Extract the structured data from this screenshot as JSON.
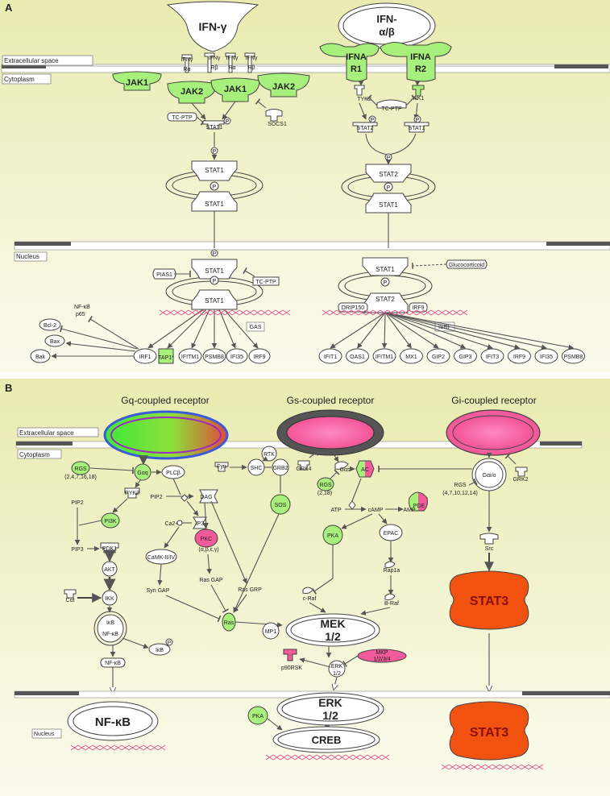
{
  "colors": {
    "background": "#f1f2c4",
    "green_node": "#a8f07c",
    "pink_node": "#f25a9a",
    "orange_node": "#f2520f",
    "membrane_line": "#555555",
    "dna_marks": "#e2508a"
  },
  "panel_a": {
    "panel_label": "A",
    "regions": {
      "extracellular": "Extracellular space",
      "cytoplasm": "Cytoplasm",
      "nucleus": "Nucleus"
    },
    "ligands": {
      "ifn_gamma": "IFN-γ",
      "ifn_ab_line1": "IFN-",
      "ifn_ab_line2": "α/β"
    },
    "ifngr": {
      "r_alpha_1": [
        "IFNγ",
        "Rα"
      ],
      "r_beta_1": [
        "IFNγ",
        "Rβ"
      ],
      "r_alpha_2": [
        "IFNγ",
        "Rα"
      ],
      "r_beta_2": [
        "IFNγ",
        "Rβ"
      ]
    },
    "ifnar": {
      "r1_line1": "IFNA",
      "r1_line2": "R1",
      "r2_line1": "IFNA",
      "r2_line2": "R2"
    },
    "kinases": {
      "jak1_a": "JAK1",
      "jak2_a": "JAK2",
      "jak1_b": "JAK1",
      "jak2_b": "JAK2",
      "tyk2": "TYK2",
      "jak1_c": "JAK1"
    },
    "phospho": "P",
    "cyto": {
      "tcptp_left": "TC-PTP",
      "stat1_left": "STAT1",
      "socs1": "SOCS1",
      "tcptp_right": "TC-PTP",
      "stat2_right": "STAT2",
      "stat1_right": "STAT1",
      "dimer_left_top": "STAT1",
      "dimer_left_bottom": "STAT1",
      "dimer_right_top": "STAT2",
      "dimer_right_bottom": "STAT1"
    },
    "nuc_left": {
      "pias1": "PIAS1",
      "tcptp": "TC-PTP",
      "stat1_top": "STAT1",
      "stat1_bottom": "STAT1",
      "nfkb_line1": "NF-κB",
      "nfkb_line2": "p65",
      "bcl2": "Bcl-2",
      "bax": "Bax",
      "bak": "Bak",
      "gas": "GAS",
      "irf1": "IRF1",
      "tap1": "TAP1*",
      "ifitm1": "IFITM1",
      "psmb8": "PSMB8",
      "ifi35": "IFI35",
      "irf9": "IRF9"
    },
    "nuc_right": {
      "glucocorticoid": "Glucocorticoid",
      "stat1": "STAT1",
      "stat2": "STAT2",
      "drip150": "DRIP150",
      "irf9_complex": "IRF9",
      "isrf": "ISRF",
      "targets": [
        "IFIT1",
        "OAS1",
        "IFITM1",
        "MX1",
        "GIP2",
        "GIP3",
        "IFIT3",
        "IRF9",
        "IFI35",
        "PSMB8"
      ]
    }
  },
  "panel_b": {
    "panel_label": "B",
    "regions": {
      "extracellular": "Extracellular space",
      "cytoplasm": "Cytoplasm",
      "nucleus": "Nucleus"
    },
    "receptors": {
      "gq": "Gq-coupled receptor",
      "gs": "Gs-coupled receptor",
      "gi": "Gi-coupled receptor"
    },
    "nodes": {
      "rtk": "RTK",
      "rgs_left_line1": "RGS",
      "rgs_left_line2": "(2,4,7,16,18)",
      "gaq": "Gαq",
      "plcb": "PLCβ",
      "pyk2": "PYK2",
      "pip2_a": "PIP2",
      "pi3k": "PI3K",
      "pip3": "PIP3",
      "pdk1": "PDK1",
      "pip2_b": "PIP2",
      "dag": "DAG",
      "ca2": "Ca2+",
      "ip3": "IP3",
      "pkc_line1": "PKC",
      "pkc_line2": "(α,β,ε,γ)",
      "camk": "CaMK-II/IV",
      "rasgap": "Ras GAP",
      "syngap": "Syn GAP",
      "rasgrp": "Ras GRP",
      "ras": "Ras",
      "akt": "AKT",
      "cot": "Cot",
      "ikk": "IKK",
      "ikb_complex": "IκB",
      "nfkb_complex": "NF-κB",
      "ikb": "IκB",
      "nfkb": "NF-κB",
      "fyn": "Fyn",
      "shc": "SHC",
      "grb2": "GRB2",
      "sos": "SOS",
      "grk4": "GRK4",
      "gas": "Gαs",
      "ac": "AC",
      "rgs_mid_line1": "RGS",
      "rgs_mid_line2": "(2,18)",
      "pde": "PDE",
      "atp": "ATP",
      "camp": "cAMP",
      "amp": "AMP",
      "pka": "PKA",
      "epac": "EPAC",
      "rap1a": "Rap1a",
      "braf": "B-Raf",
      "craf": "c-Raf",
      "mp1": "MP1",
      "mek_line1": "MEK",
      "mek_line2": "1/2",
      "mkp_line1": "MKP",
      "mkp_line2": "1/2/3/4",
      "p90rsk": "p90RSK",
      "erk_small_line1": "ERK",
      "erk_small_line2": "1/2",
      "gaio": "Gαi/o",
      "grk2": "GRK2",
      "rgs_right_line1": "RGS",
      "rgs_right_line2": "(4,7,10,12,14)",
      "src": "Src",
      "stat3": "STAT3",
      "nuc_nfkb": "NF-κB",
      "nuc_pka": "PKA",
      "nuc_erk_line1": "ERK",
      "nuc_erk_line2": "1/2",
      "creb": "CREB",
      "nuc_stat3": "STAT3"
    },
    "phospho": "P"
  }
}
